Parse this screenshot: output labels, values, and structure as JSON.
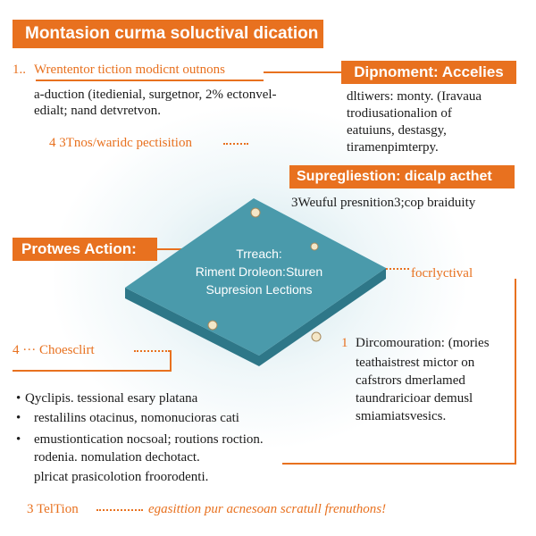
{
  "title": "Montasion curma soluctival dication",
  "left_top": {
    "marker": "1..",
    "heading": "Wrententor tiction modicnt outnons",
    "lines": [
      "a-duction (itedienial, surgetnor, 2% ectonvel-",
      "edialt; nand detvretvon."
    ]
  },
  "left_mid_label": "4  3Tnos/waridc pectisition",
  "right_top": {
    "heading": "Dipnoment: Accelies",
    "lines": [
      "dltiwers: monty. (Iravaua",
      "trodiusationalion of",
      "eatuiuns, destasgy,",
      "tiramenpimterpy."
    ]
  },
  "right_mid": {
    "heading": "Supregliestion: dicalp acthet",
    "line": "3Weuful presnition3;cop braiduity"
  },
  "left_action": "Protwes Action:",
  "center": {
    "line1": "Trreach:",
    "line2": "Riment Droleon:Sturen",
    "line3": "Supresion Lections"
  },
  "right_label": "focrlyctival",
  "left_bottom_label": "4 ··· Choesclirt",
  "left_bullets": [
    "Qyclipis.  tessional esary platana",
    "restalilins otacinus, nomonucioras cati",
    "emustiontication nocsoal; routions roction.",
    "rodenia. nomulation dechotact.",
    "plricat prasicolotion froorodenti."
  ],
  "right_bottom": {
    "marker": "1",
    "lines": [
      "Dircomouration: (mories",
      "teathaistrest mictor on",
      "cafstrors dmerlamed",
      "taundraricioar demusl",
      "smiamiatsvesics."
    ]
  },
  "footer": {
    "marker": "3 TelTion",
    "text": "egasittion pur acnesoan scratull frenuthons!"
  },
  "colors": {
    "accent": "#e8711f",
    "diamond": "#4a9aab",
    "diamond_edge": "#2e7788"
  }
}
